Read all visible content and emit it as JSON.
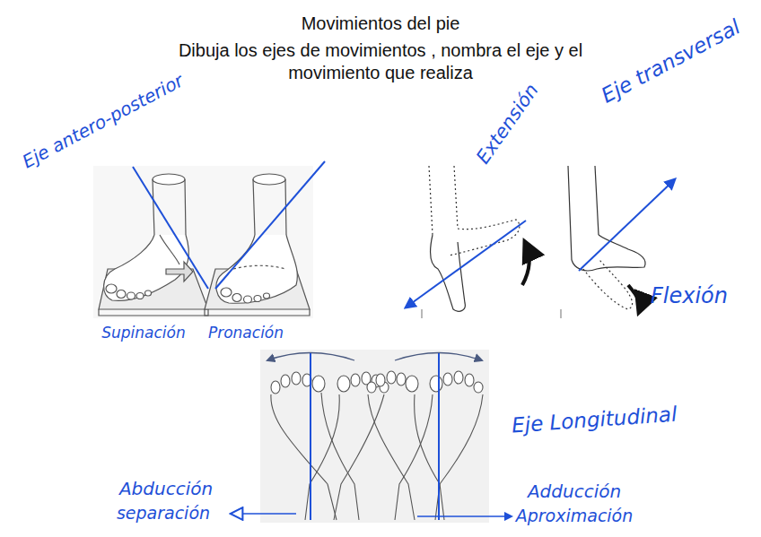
{
  "diagram": {
    "title": "Movimientos del pie",
    "labels": [
      "Dibuja los ejes de movimientos , nombra el eje y el movimiento que realiza",
      "Eje antero-posterior",
      "Supinación",
      "Pronación",
      "Extensión",
      "Eje transversal",
      "Flexión",
      "Eje Longitudinal",
      "Abducción",
      "separación",
      "Adducción",
      "Aproximación"
    ]
  }
}
